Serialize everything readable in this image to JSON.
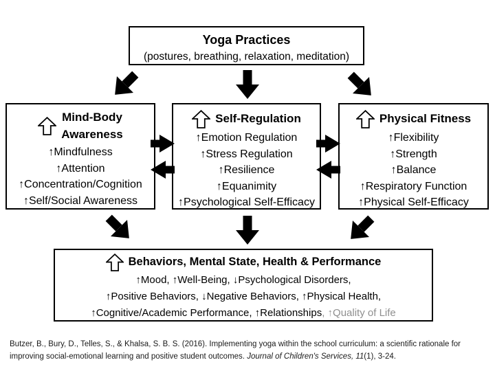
{
  "colors": {
    "background": "#ffffff",
    "box_border": "#000000",
    "text": "#000000",
    "faded_text": "#8f8f8f",
    "arrow": "#000000"
  },
  "top_box": {
    "title": "Yoga Practices",
    "subtitle": "(postures, breathing, relaxation, meditation)"
  },
  "left_box": {
    "title_line1": "Mind-Body",
    "title_line2": "Awareness",
    "items": [
      "↑Mindfulness",
      "↑Attention",
      "↑Concentration/Cognition",
      "↑Self/Social Awareness"
    ]
  },
  "mid_box": {
    "title": "Self-Regulation",
    "items": [
      "↑Emotion Regulation",
      "↑Stress Regulation",
      "↑Resilience",
      "↑Equanimity",
      "↑Psychological Self-Efficacy"
    ]
  },
  "right_box": {
    "title": "Physical Fitness",
    "items": [
      "↑Flexibility",
      "↑Strength",
      "↑Balance",
      "↑Respiratory Function",
      "↑Physical Self-Efficacy"
    ]
  },
  "bottom_box": {
    "title": "Behaviors, Mental State, Health & Performance",
    "line1": "↑Mood, ↑Well-Being, ↓Psychological Disorders,",
    "line2": "↑Positive Behaviors, ↓Negative Behaviors, ↑Physical Health,",
    "line3_main": "↑Cognitive/Academic Performance, ↑Relationships",
    "line3_faded": ", ↑Quality of Life"
  },
  "citation": {
    "line1": "Butzer, B., Bury, D., Telles, S., & Khalsa, S. B. S. (2016). Implementing yoga within the school curriculum: a scientific rationale for",
    "line2_pre": "improving social-emotional learning and positive student outcomes. ",
    "line2_italic": "Journal of Children's Services, 11",
    "line2_post": "(1), 3-24."
  }
}
